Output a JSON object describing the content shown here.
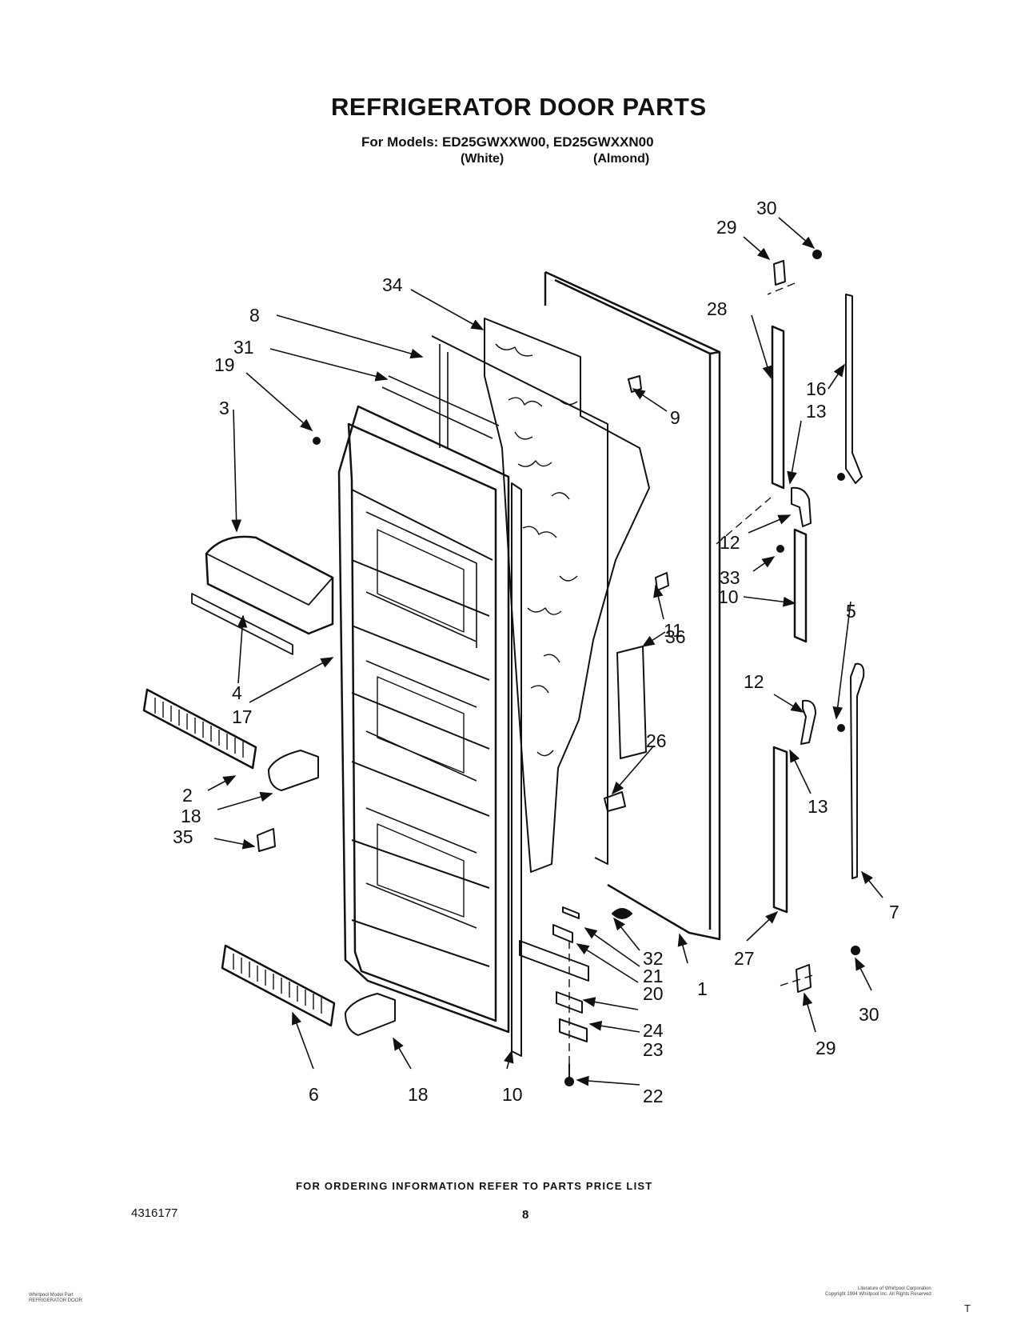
{
  "header": {
    "title": "REFRIGERATOR DOOR PARTS",
    "models_line": "For Models: ED25GWXXW00, ED25GWXXN00",
    "variant_white": "(White)",
    "variant_almond": "(Almond)"
  },
  "callouts": [
    "30",
    "29",
    "34",
    "8",
    "28",
    "31",
    "19",
    "16",
    "13",
    "9",
    "3",
    "12",
    "33",
    "11",
    "10",
    "5",
    "36",
    "12",
    "4",
    "17",
    "26",
    "13",
    "2",
    "18",
    "35",
    "7",
    "32",
    "21",
    "1",
    "20",
    "27",
    "30",
    "24",
    "23",
    "29",
    "22",
    "6",
    "18",
    "10"
  ],
  "footer": {
    "ordering_note": "FOR ORDERING INFORMATION REFER TO PARTS PRICE LIST",
    "doc_number": "4316177",
    "page_number": "8",
    "small_left_1": "Whirlpool Model Part",
    "small_left_2": "REFRIGERATOR DOOR",
    "small_right_1": "Literature of Whirlpool Corporation",
    "small_right_2": "Copyright 1994 Whirlpool Inc. All Rights Reserved",
    "corner_mark": "T"
  }
}
